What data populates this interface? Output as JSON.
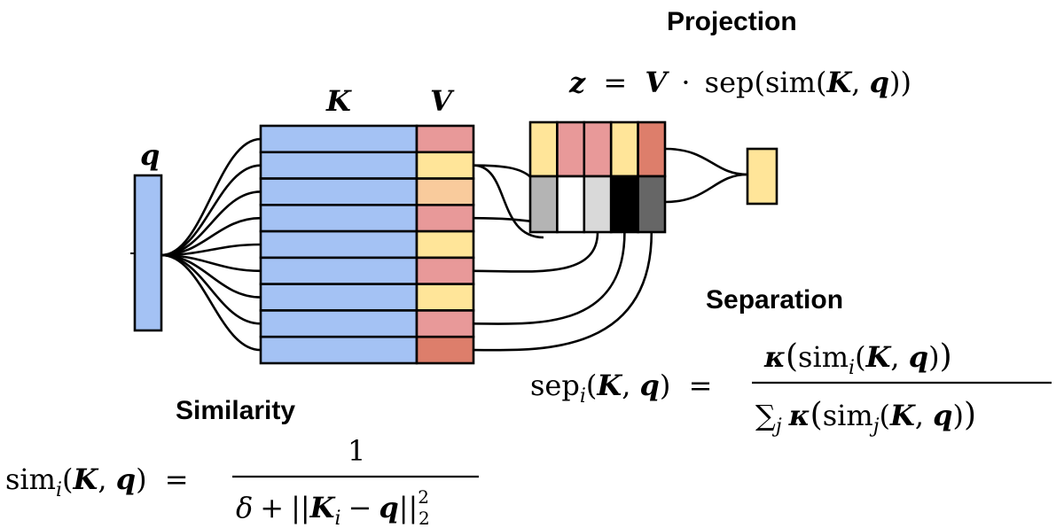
{
  "labels": {
    "q": "q",
    "K": "K",
    "V": "V",
    "projection": "Projection",
    "separation": "Separation",
    "similarity": "Similarity"
  },
  "formulas": {
    "projection": {
      "lhs": "z",
      "eq": "=",
      "V": "V",
      "dot": "·",
      "sep": "sep",
      "sim": "sim",
      "K": "K",
      "q": "q"
    },
    "separation": {
      "lhs_fn": "sep",
      "lhs_sub": "i",
      "eq": "=",
      "kappa": "κ",
      "sim": "sim",
      "num_sub": "i",
      "sum": "∑",
      "sum_sub": "j",
      "den_sub": "j",
      "K": "K",
      "q": "q"
    },
    "similarity": {
      "lhs_fn": "sim",
      "lhs_sub": "i",
      "eq": "=",
      "numerator": "1",
      "delta": "δ",
      "plus": "+",
      "K": "K",
      "Ki_sub": "i",
      "minus": "−",
      "q": "q",
      "norm_sup": "2",
      "norm_sub": "2"
    }
  },
  "colors": {
    "query": "#a4c2f4",
    "key": "#a4c2f4",
    "pink": "#e89999",
    "yellow": "#ffe599",
    "peach": "#f9cb9c",
    "salmon": "#dd7e6b",
    "black": "#000000"
  },
  "value_cells": [
    "pink",
    "yellow",
    "peach",
    "pink",
    "yellow",
    "pink",
    "yellow",
    "pink",
    "salmon"
  ],
  "projection_top_cells": [
    "yellow",
    "pink",
    "pink",
    "yellow",
    "salmon"
  ],
  "projection_weights": [
    "#b4b4b4",
    "#ffffff",
    "#d9d9d9",
    "#000000",
    "#666666"
  ],
  "output_cell": "yellow"
}
